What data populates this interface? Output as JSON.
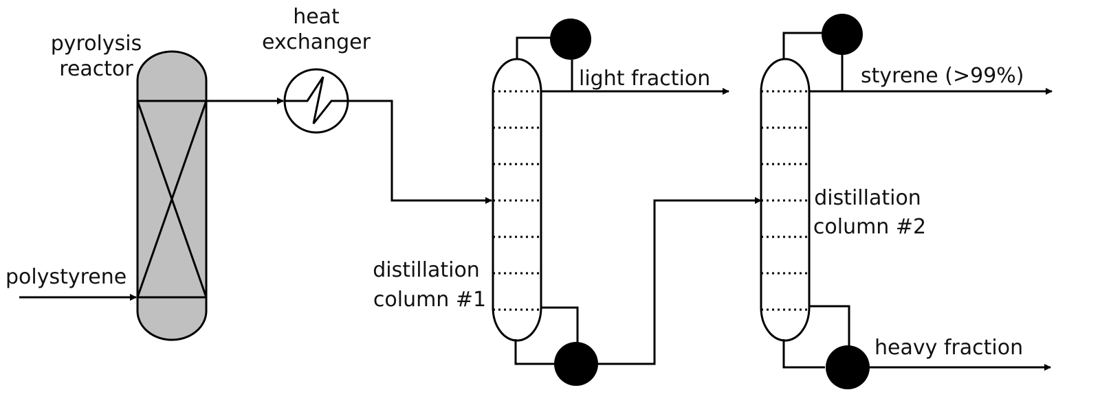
{
  "labels": {
    "reactor_line1": "pyrolysis",
    "reactor_line2": "reactor",
    "hx_line1": "heat",
    "hx_line2": "exchanger",
    "feed": "polystyrene",
    "light": "light fraction",
    "column1_line1": "distillation",
    "column1_line2": "column #1",
    "column2_line1": "distillation",
    "column2_line2": "column #2",
    "styrene": "styrene (>99%)",
    "heavy": "heavy fraction"
  },
  "colors": {
    "line": "#000000",
    "reactor_fill": "#c0c0c0",
    "drum_fill": "#000000",
    "background": "#ffffff"
  }
}
